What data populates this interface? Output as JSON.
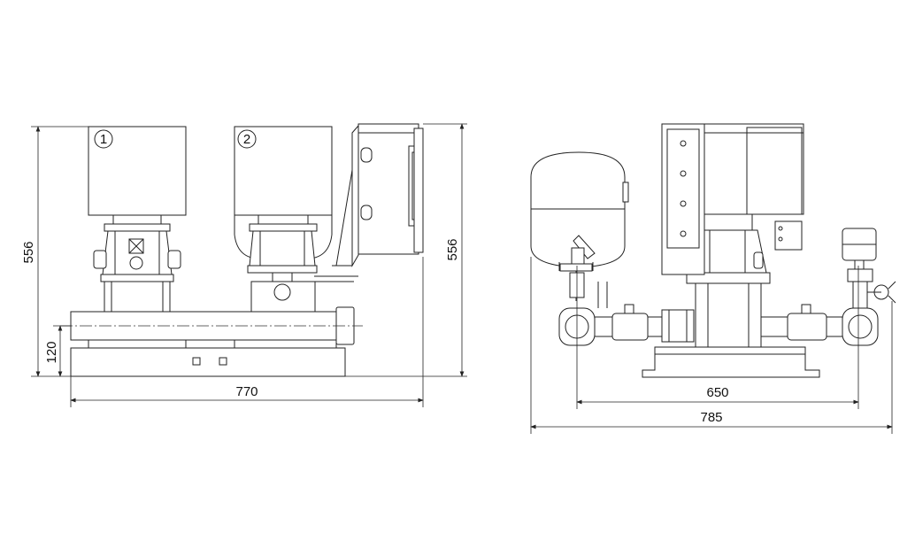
{
  "front_view": {
    "pump_labels": [
      "1",
      "2"
    ],
    "dims": {
      "height_left": "556",
      "base_height": "120",
      "height_right": "556",
      "width": "770"
    }
  },
  "side_view": {
    "dims": {
      "inner_width": "650",
      "overall_width": "785"
    }
  }
}
